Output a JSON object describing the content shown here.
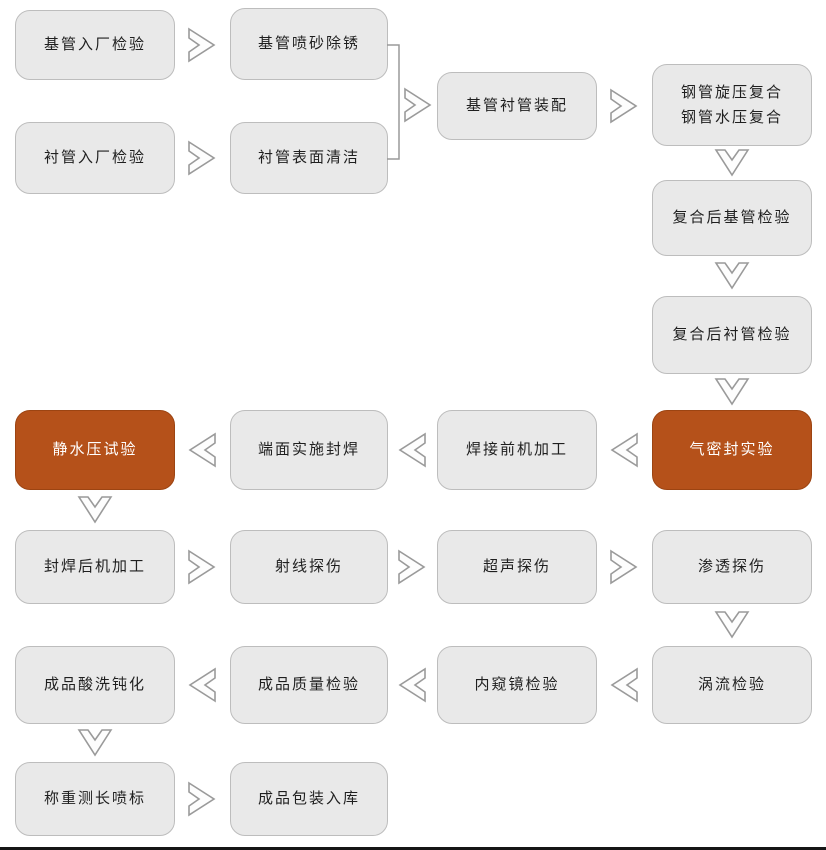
{
  "colors": {
    "node_bg": "#e9e9e9",
    "node_border": "#bdbdbd",
    "text_color": "#1f1f1f",
    "highlight_bg": "#b5511a",
    "highlight_border": "#9c4412",
    "highlight_text": "#ffffff",
    "arrow_stroke": "#9a9a9a"
  },
  "nodes": {
    "base_pipe_incoming": {
      "label": "基管入厂检验",
      "highlight": false
    },
    "base_pipe_blast": {
      "label": "基管喷砂除锈",
      "highlight": false
    },
    "liner_incoming": {
      "label": "衬管入厂检验",
      "highlight": false
    },
    "liner_clean": {
      "label": "衬管表面清洁",
      "highlight": false
    },
    "assembly": {
      "label": "基管衬管装配",
      "highlight": false
    },
    "composite": {
      "label": "钢管旋压复合\n钢管水压复合",
      "highlight": false
    },
    "post_base_inspection": {
      "label": "复合后基管检验",
      "highlight": false
    },
    "post_liner_inspection": {
      "label": "复合后衬管检验",
      "highlight": false
    },
    "air_tightness_test": {
      "label": "气密封实验",
      "highlight": true
    },
    "pre_weld_machining": {
      "label": "焊接前机加工",
      "highlight": false
    },
    "end_face_seal_welding": {
      "label": "端面实施封焊",
      "highlight": false
    },
    "hydrostatic_test": {
      "label": "静水压试验",
      "highlight": true
    },
    "post_weld_machining": {
      "label": "封焊后机加工",
      "highlight": false
    },
    "radiographic_test": {
      "label": "射线探伤",
      "highlight": false
    },
    "ultrasonic_test": {
      "label": "超声探伤",
      "highlight": false
    },
    "penetrant_test": {
      "label": "渗透探伤",
      "highlight": false
    },
    "eddy_current_test": {
      "label": "涡流检验",
      "highlight": false
    },
    "endoscope_inspection": {
      "label": "内窥镜检验",
      "highlight": false
    },
    "final_quality_inspection": {
      "label": "成品质量检验",
      "highlight": false
    },
    "pickling_passivation": {
      "label": "成品酸洗钝化",
      "highlight": false
    },
    "weighing_marking": {
      "label": "称重测长喷标",
      "highlight": false
    },
    "packaging_storage": {
      "label": "成品包装入库",
      "highlight": false
    }
  },
  "edges": [
    {
      "from": "base_pipe_incoming",
      "to": "base_pipe_blast"
    },
    {
      "from": "liner_incoming",
      "to": "liner_clean"
    },
    {
      "from": "base_pipe_blast",
      "to": "assembly"
    },
    {
      "from": "liner_clean",
      "to": "assembly"
    },
    {
      "from": "assembly",
      "to": "composite"
    },
    {
      "from": "composite",
      "to": "post_base_inspection"
    },
    {
      "from": "post_base_inspection",
      "to": "post_liner_inspection"
    },
    {
      "from": "post_liner_inspection",
      "to": "air_tightness_test"
    },
    {
      "from": "air_tightness_test",
      "to": "pre_weld_machining"
    },
    {
      "from": "pre_weld_machining",
      "to": "end_face_seal_welding"
    },
    {
      "from": "end_face_seal_welding",
      "to": "hydrostatic_test"
    },
    {
      "from": "hydrostatic_test",
      "to": "post_weld_machining"
    },
    {
      "from": "post_weld_machining",
      "to": "radiographic_test"
    },
    {
      "from": "radiographic_test",
      "to": "ultrasonic_test"
    },
    {
      "from": "ultrasonic_test",
      "to": "penetrant_test"
    },
    {
      "from": "penetrant_test",
      "to": "eddy_current_test"
    },
    {
      "from": "eddy_current_test",
      "to": "endoscope_inspection"
    },
    {
      "from": "endoscope_inspection",
      "to": "final_quality_inspection"
    },
    {
      "from": "final_quality_inspection",
      "to": "pickling_passivation"
    },
    {
      "from": "pickling_passivation",
      "to": "weighing_marking"
    },
    {
      "from": "weighing_marking",
      "to": "packaging_storage"
    }
  ]
}
